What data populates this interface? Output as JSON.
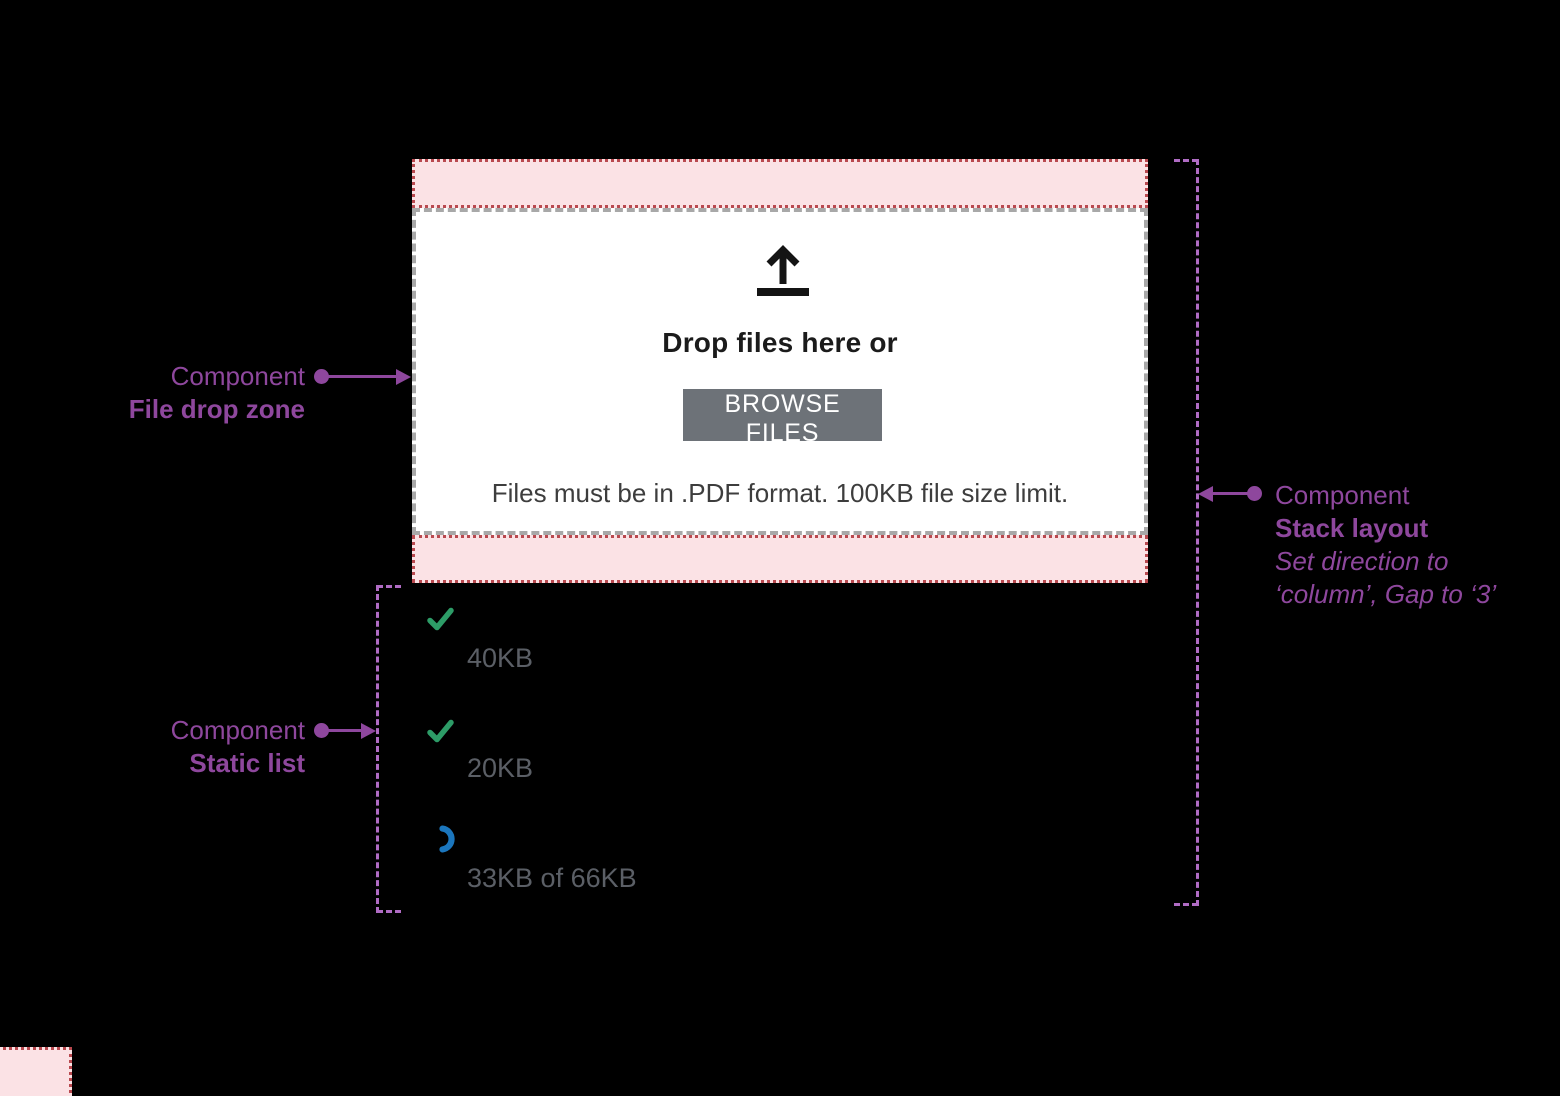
{
  "drop_zone": {
    "icon": "upload-arrow-icon",
    "heading": "Drop files here or",
    "browse_button_label": "BROWSE FILES",
    "helper_text": "Files must be in .PDF format. 100KB file size limit."
  },
  "upload_list": {
    "items": [
      {
        "icon": "check-icon",
        "size_label": "40KB"
      },
      {
        "icon": "check-icon",
        "size_label": "20KB"
      },
      {
        "icon": "spinner-icon",
        "size_label": "33KB of 66KB"
      }
    ]
  },
  "annotations": {
    "file_drop_zone": {
      "eyebrow": "Component",
      "title": "File drop zone"
    },
    "static_list": {
      "eyebrow": "Component",
      "title": "Static list"
    },
    "stack_layout": {
      "eyebrow": "Component",
      "title": "Stack layout",
      "note_line_1": "Set direction to",
      "note_line_2": "‘column’, Gap to ‘3’"
    }
  },
  "colors": {
    "annotation_purple": "#8e479d",
    "outline_purple": "#b06cc4",
    "drop_zone_pink": "#fbe2e5",
    "drop_zone_red_border": "#b9494f",
    "inner_dash_gray": "#a8a8a8",
    "button_gray": "#6d7278",
    "success_green": "#2d9c67",
    "progress_blue": "#1b76bd",
    "list_text_gray": "#5b5f66"
  }
}
